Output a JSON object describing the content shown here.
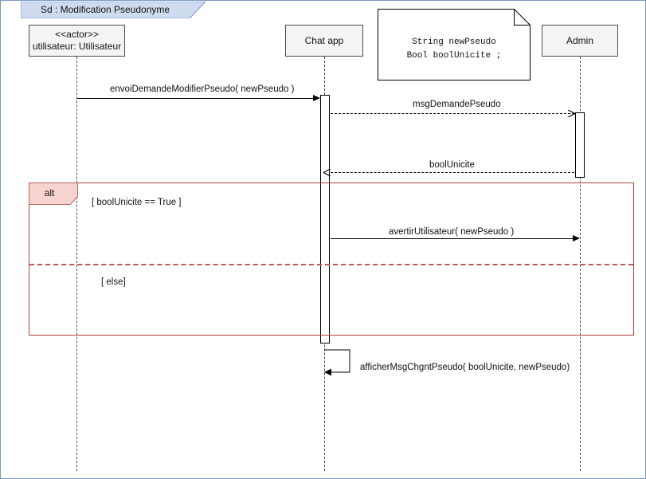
{
  "frame": {
    "tab_label": "Sd :  Modification Pseudonyme",
    "tab_fill": "#cfdcef",
    "tab_stroke": "#7798c4",
    "border_color": "#7798c4"
  },
  "lifelines": [
    {
      "id": "utilisateur",
      "stereotype": "<<actor>>",
      "name": "utilisateur: Utilisateur"
    },
    {
      "id": "chatapp",
      "stereotype": "",
      "name": "Chat app"
    },
    {
      "id": "admin",
      "stereotype": "",
      "name": "Admin"
    }
  ],
  "note": {
    "line1": "String newPseudo",
    "line2": "Bool boolUnicite ;"
  },
  "messages": [
    {
      "id": "m1",
      "label": "envoiDemandeModifierPseudo( newPseudo )",
      "from": "utilisateur",
      "to": "chatapp",
      "style": "solid",
      "arrowhead": "filled"
    },
    {
      "id": "m2",
      "label": "msgDemandePseudo",
      "from": "chatapp",
      "to": "admin",
      "style": "dashed",
      "arrowhead": "open"
    },
    {
      "id": "m3",
      "label": "boolUnicite",
      "from": "admin",
      "to": "chatapp",
      "style": "dashed",
      "arrowhead": "open"
    },
    {
      "id": "m4",
      "label": "avertirUtilisateur( newPseudo )",
      "from": "chatapp",
      "to": "admin",
      "style": "solid",
      "arrowhead": "filled"
    },
    {
      "id": "m5",
      "label": "afficherMsgChgntPseudo( boolUnicite, newPseudo)",
      "from": "chatapp",
      "to": "chatapp",
      "style": "solid",
      "arrowhead": "filled"
    }
  ],
  "alt_fragment": {
    "operator": "alt",
    "tag_fill": "#f7d4d0",
    "tag_stroke": "#c0605a",
    "border_color": "#a94442",
    "divider_color": "#bb5a50",
    "guards": [
      "[ boolUnicite == True ]",
      "[ else]"
    ]
  }
}
